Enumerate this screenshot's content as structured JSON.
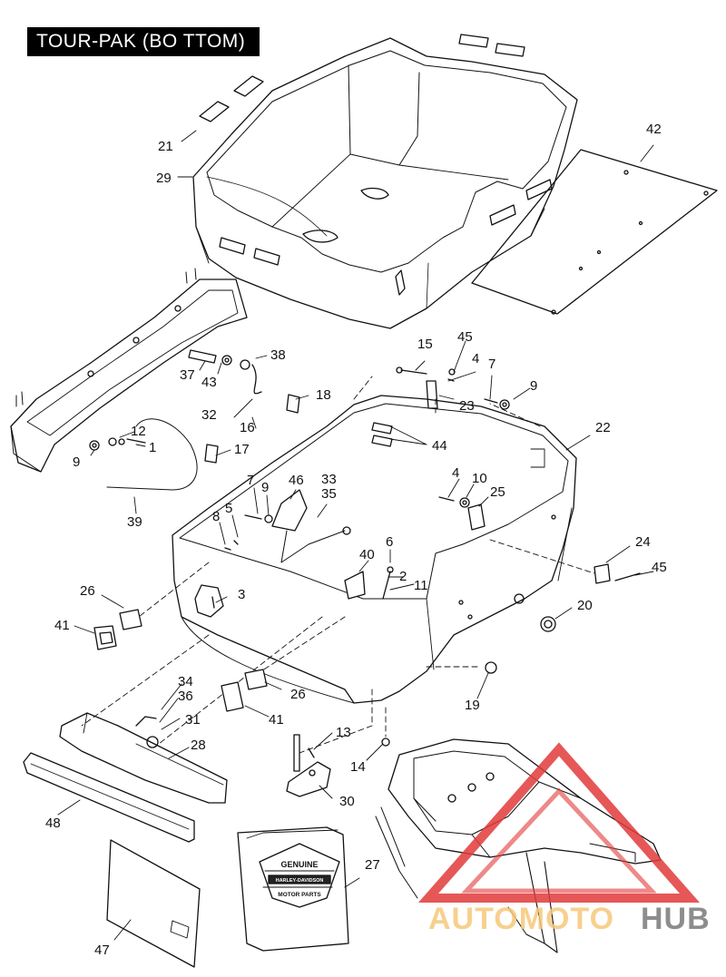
{
  "title": "TOUR-PAK (BO TTOM)",
  "callouts": [
    {
      "id": "c21",
      "text": "21"
    },
    {
      "id": "c29",
      "text": "29"
    },
    {
      "id": "c42",
      "text": "42"
    },
    {
      "id": "c38",
      "text": "38"
    },
    {
      "id": "c37",
      "text": "37"
    },
    {
      "id": "c43",
      "text": "43"
    },
    {
      "id": "c15",
      "text": "15"
    },
    {
      "id": "c45a",
      "text": "45"
    },
    {
      "id": "c4a",
      "text": "4"
    },
    {
      "id": "c7a",
      "text": "7"
    },
    {
      "id": "c9a",
      "text": "9"
    },
    {
      "id": "c23",
      "text": "23"
    },
    {
      "id": "c18",
      "text": "18"
    },
    {
      "id": "c32",
      "text": "32"
    },
    {
      "id": "c16",
      "text": "16"
    },
    {
      "id": "c22",
      "text": "22"
    },
    {
      "id": "c44",
      "text": "44"
    },
    {
      "id": "c12",
      "text": "12"
    },
    {
      "id": "c1",
      "text": "1"
    },
    {
      "id": "c9b",
      "text": "9"
    },
    {
      "id": "c17",
      "text": "17"
    },
    {
      "id": "c4b",
      "text": "4"
    },
    {
      "id": "c10",
      "text": "10"
    },
    {
      "id": "c25",
      "text": "25"
    },
    {
      "id": "c7b",
      "text": "7"
    },
    {
      "id": "c9c",
      "text": "9"
    },
    {
      "id": "c46",
      "text": "46"
    },
    {
      "id": "c33",
      "text": "33"
    },
    {
      "id": "c35",
      "text": "35"
    },
    {
      "id": "c39",
      "text": "39"
    },
    {
      "id": "c5",
      "text": "5"
    },
    {
      "id": "c8",
      "text": "8"
    },
    {
      "id": "c6",
      "text": "6"
    },
    {
      "id": "c40",
      "text": "40"
    },
    {
      "id": "c2",
      "text": "2"
    },
    {
      "id": "c11",
      "text": "11"
    },
    {
      "id": "c24",
      "text": "24"
    },
    {
      "id": "c45b",
      "text": "45"
    },
    {
      "id": "c26a",
      "text": "26"
    },
    {
      "id": "c3",
      "text": "3"
    },
    {
      "id": "c20",
      "text": "20"
    },
    {
      "id": "c41a",
      "text": "41"
    },
    {
      "id": "c34",
      "text": "34"
    },
    {
      "id": "c36",
      "text": "36"
    },
    {
      "id": "c26b",
      "text": "26"
    },
    {
      "id": "c31",
      "text": "31"
    },
    {
      "id": "c41b",
      "text": "41"
    },
    {
      "id": "c19",
      "text": "19"
    },
    {
      "id": "c28",
      "text": "28"
    },
    {
      "id": "c13",
      "text": "13"
    },
    {
      "id": "c14",
      "text": "14"
    },
    {
      "id": "c30",
      "text": "30"
    },
    {
      "id": "c48",
      "text": "48"
    },
    {
      "id": "c27",
      "text": "27"
    },
    {
      "id": "c47",
      "text": "47"
    }
  ],
  "manual_logo": {
    "line1": "GENUINE",
    "line2": "HARLEY-DAVIDSON",
    "line3": "MOTOR PARTS"
  },
  "watermark": {
    "part1": "AUTOMOTO",
    "part2": "HUB",
    "color_primary": "#f6c87a",
    "color_secondary": "#7a7a7a",
    "triangle_color": "#e23a3a"
  }
}
